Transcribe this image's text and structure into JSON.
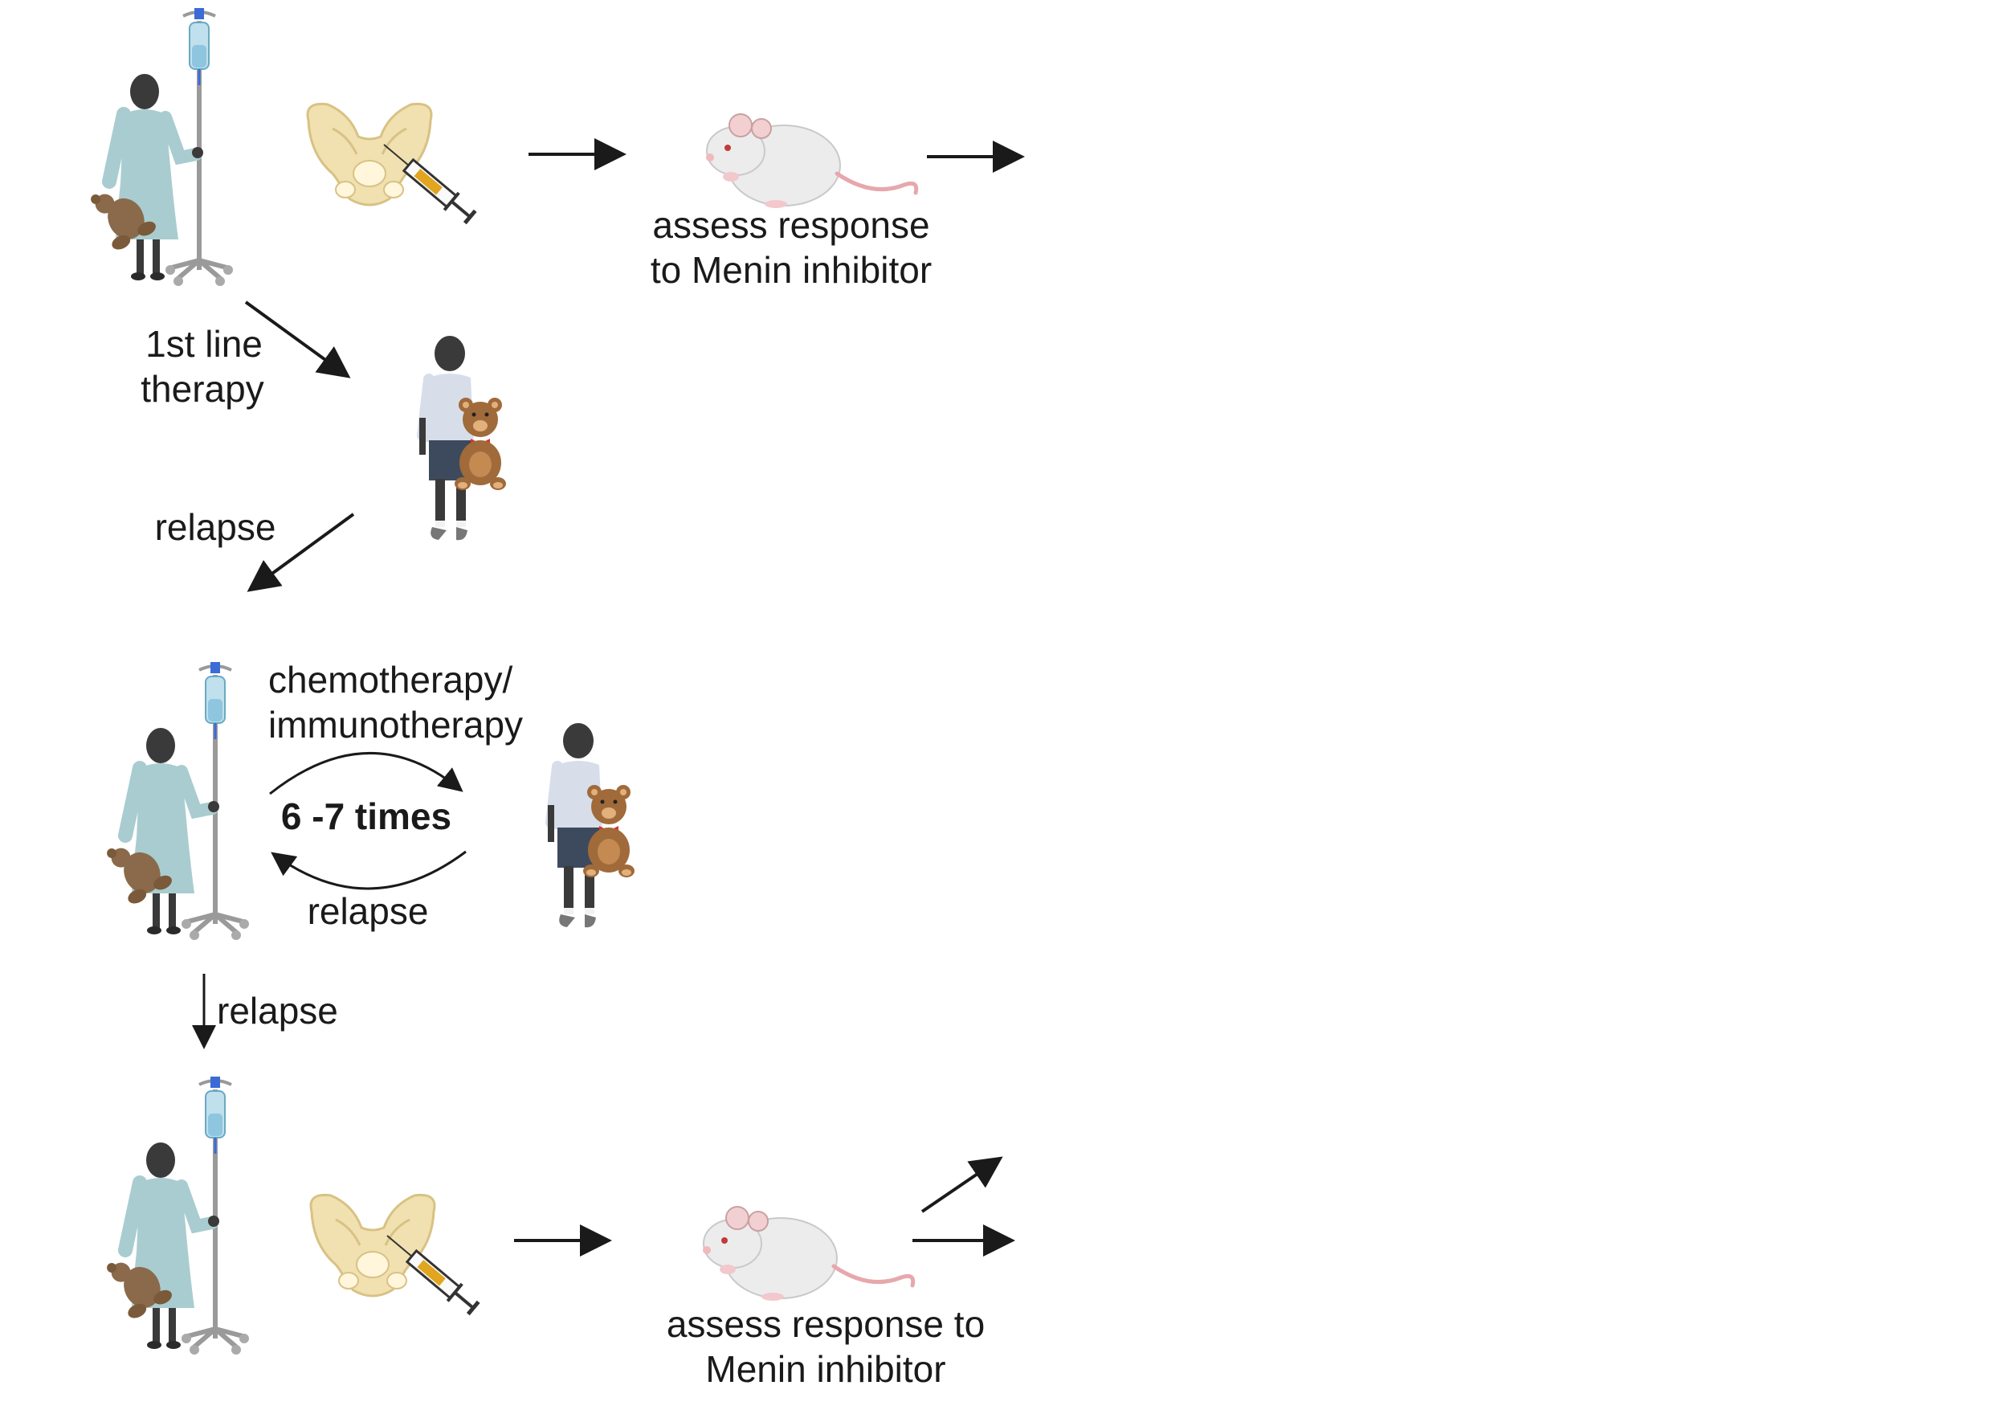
{
  "labels": {
    "assess_top_line1": "assess response",
    "assess_top_line2": "to Menin inhibitor",
    "first_line_1": "1st line",
    "first_line_2": "therapy",
    "relapse_1": "relapse",
    "chemo_1": "chemotherapy/",
    "chemo_2": "immunotherapy",
    "times": "6 -7 times",
    "relapse_2": "relapse",
    "relapse_3": "relapse",
    "assess_bottom_line1": "assess response to",
    "assess_bottom_line2": "Menin inhibitor"
  },
  "icons": [
    "patient-iv-icon",
    "pelvis-syringe-icon",
    "mouse-icon",
    "child-teddy-icon"
  ],
  "colors": {
    "ink": "#1a1a1a",
    "gown": "#a9ccd0",
    "skin": "#3a3a3a",
    "bone": "#f1e1b0",
    "mouse": "#ececec",
    "teddy": "#a06a3a",
    "bow": "#d8342c"
  }
}
